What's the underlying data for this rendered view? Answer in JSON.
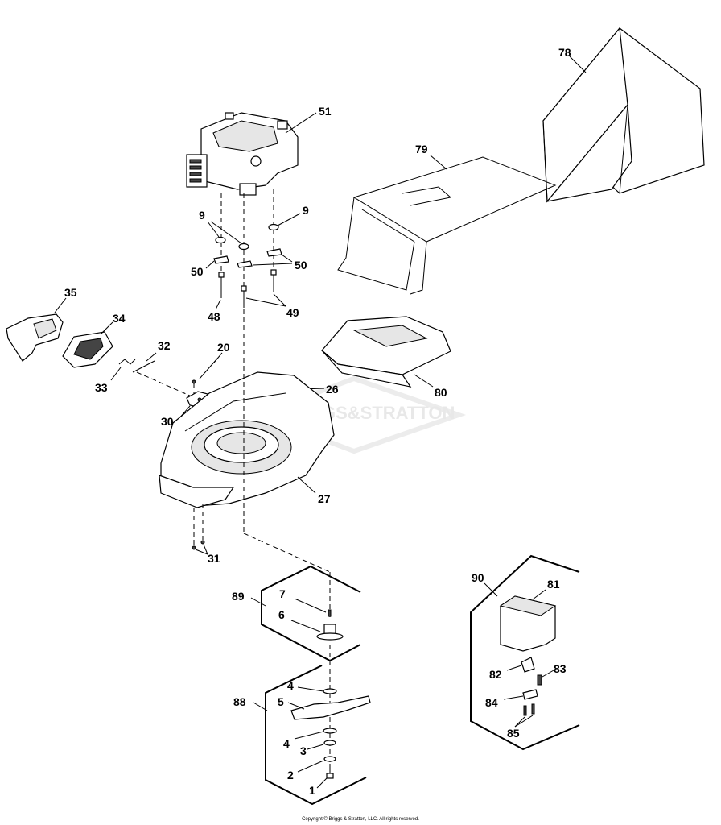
{
  "watermark": "BRIGGS&STRATTON",
  "copyright": "Copyright © Briggs & Stratton, LLC. All rights reserved.",
  "labels": {
    "l78": "78",
    "l51": "51",
    "l79": "79",
    "l9a": "9",
    "l9b": "9",
    "l50a": "50",
    "l50b": "50",
    "l48": "48",
    "l49": "49",
    "l35": "35",
    "l34": "34",
    "l32": "32",
    "l20": "20",
    "l33": "33",
    "l26": "26",
    "l80": "80",
    "l30": "30",
    "l27": "27",
    "l31": "31",
    "l89": "89",
    "l7": "7",
    "l6": "6",
    "l90": "90",
    "l81": "81",
    "l82": "82",
    "l83": "83",
    "l84": "84",
    "l85": "85",
    "l88": "88",
    "l4a": "4",
    "l5": "5",
    "l4b": "4",
    "l3": "3",
    "l2": "2",
    "l1": "1"
  }
}
